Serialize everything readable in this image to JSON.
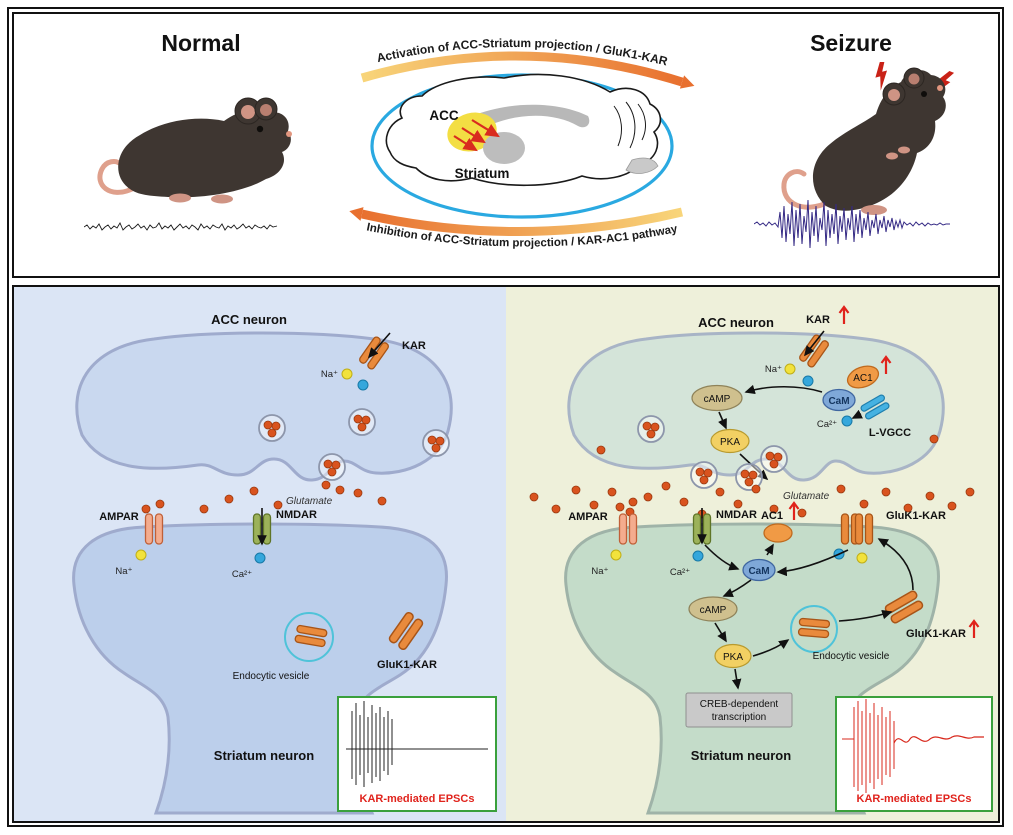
{
  "figure": {
    "normal_title": "Normal",
    "seizure_title": "Seizure",
    "top_arrow_text": "Activation of ACC-Striatum projection / GluK1-KAR",
    "bottom_arrow_text": "Inhibition of ACC-Striatum projection / KAR-AC1 pathway",
    "brain": {
      "acc": "ACC",
      "striatum": "Striatum"
    }
  },
  "normal_panel": {
    "title": "ACC neuron",
    "kar": "KAR",
    "na": "Na⁺",
    "glutamate": "Glutamate",
    "ampar": "AMPAR",
    "nmdar": "NMDAR",
    "ca": "Ca²⁺",
    "endocytic_vesicle": "Endocytic vesicle",
    "gluk1_kar": "GluK1-KAR",
    "striatum_neuron": "Striatum neuron",
    "epsc_caption": "KAR-mediated EPSCs"
  },
  "seizure_panel": {
    "title": "ACC neuron",
    "kar": "KAR",
    "na": "Na⁺",
    "ac1": "AC1",
    "cam": "CaM",
    "ca": "Ca²⁺",
    "lvgcc": "L-VGCC",
    "camp": "cAMP",
    "pka": "PKA",
    "glutamate": "Glutamate",
    "ampar": "AMPAR",
    "nmdar": "NMDAR",
    "gluk1_kar": "GluK1-KAR",
    "endocytic_vesicle": "Endocytic vesicle",
    "creb_line1": "CREB-dependent",
    "creb_line2": "transcription",
    "striatum_neuron": "Striatum neuron",
    "epsc_caption": "KAR-mediated EPSCs"
  },
  "colors": {
    "upregulation_red": "#e0231c",
    "epsc_box_border": "#3aa03c",
    "epsc_trace_normal": "#222222",
    "epsc_trace_seizure": "#d8281c",
    "eeg_normal": "#1a1a1a",
    "eeg_seizure": "#352a85",
    "activation_arrow_orange": "#e8702f",
    "left_panel_bg": "#dbe5f5",
    "right_panel_bg": "#eef0da",
    "glutamate_dot": "#d9531e",
    "brain_ring_blue": "#2aa9e1",
    "acc_region_yellow": "#f3de43",
    "striatum_region_gray": "#bdbdbd"
  }
}
